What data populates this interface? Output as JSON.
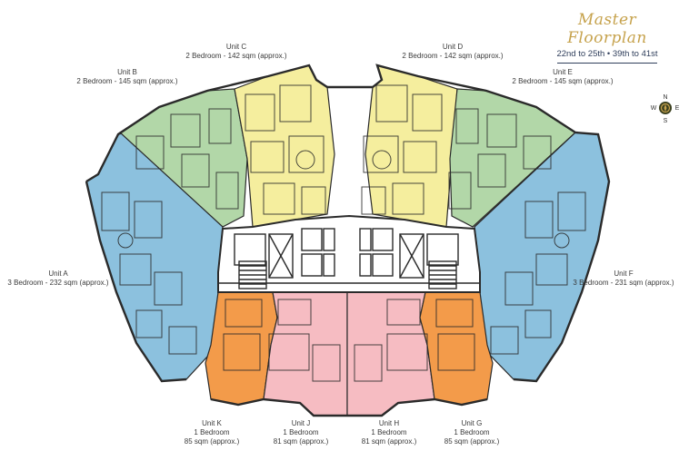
{
  "header": {
    "title": "Master Floorplan",
    "floors": "22nd to 25th  •  39th to 41st"
  },
  "compass": {
    "n": "N",
    "e": "E",
    "s": "S",
    "w": "W"
  },
  "units": [
    {
      "id": "a",
      "name": "Unit A",
      "desc": "3 Bedroom - 232 sqm (approx.)",
      "color": "#8cc1de"
    },
    {
      "id": "b",
      "name": "Unit B",
      "desc": "2 Bedroom - 145 sqm (approx.)",
      "color": "#b2d7a8"
    },
    {
      "id": "c",
      "name": "Unit C",
      "desc": "2 Bedroom - 142 sqm (approx.)",
      "color": "#f5ee9e"
    },
    {
      "id": "d",
      "name": "Unit D",
      "desc": "2 Bedroom - 142 sqm (approx.)",
      "color": "#f5ee9e"
    },
    {
      "id": "e",
      "name": "Unit E",
      "desc": "2 Bedroom - 145 sqm (approx.)",
      "color": "#b2d7a8"
    },
    {
      "id": "f",
      "name": "Unit F",
      "desc": "3 Bedroom - 231 sqm (approx.)",
      "color": "#8cc1de"
    },
    {
      "id": "g",
      "name": "Unit G",
      "line1": "1 Bedroom",
      "line2": "85 sqm (approx.)",
      "color": "#f39b4a"
    },
    {
      "id": "h",
      "name": "Unit H",
      "line1": "1 Bedroom",
      "line2": "81 sqm (approx.)",
      "color": "#f6bcc2"
    },
    {
      "id": "j",
      "name": "Unit J",
      "line1": "1 Bedroom",
      "line2": "81 sqm (approx.)",
      "color": "#f6bcc2"
    },
    {
      "id": "k",
      "name": "Unit K",
      "line1": "1 Bedroom",
      "line2": "85 sqm (approx.)",
      "color": "#f39b4a"
    }
  ],
  "core_color": "#ffffff",
  "wall_color": "#2a2a2a",
  "accent_color": "#c6a24c"
}
